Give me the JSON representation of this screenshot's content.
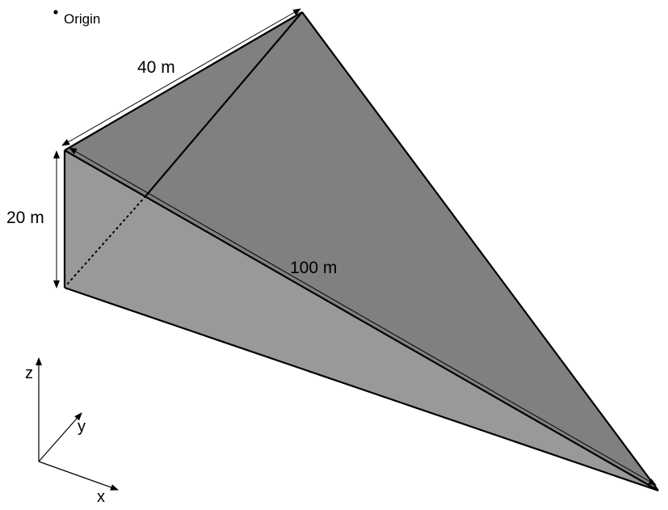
{
  "diagram": {
    "type": "3d-wedge-geometry",
    "colors": {
      "background": "#ffffff",
      "top_face": "#808080",
      "front_face": "#999999",
      "edge": "#000000"
    },
    "labels": {
      "origin": "Origin",
      "width": "40 m",
      "height": "20 m",
      "length": "100 m"
    },
    "axes": {
      "x": "x",
      "y": "y",
      "z": "z"
    }
  }
}
